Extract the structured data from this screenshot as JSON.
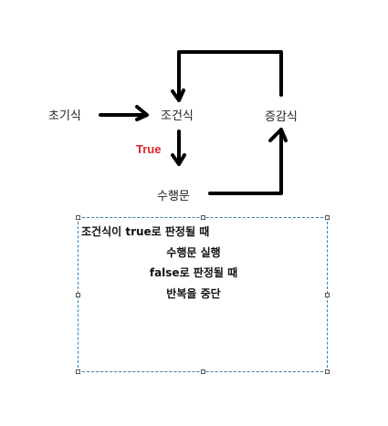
{
  "diagram": {
    "nodes": {
      "init": "초기식",
      "condition": "조건식",
      "increment": "증감식",
      "body": "수행문"
    },
    "edge_label_true": "True",
    "edge_label_color": "#e0242b",
    "line_color": "#000000"
  },
  "note": {
    "lines": [
      "조건식이 true로 판정될 때",
      "수행문 실행",
      "false로 판정될 때",
      "반복을 중단"
    ],
    "border_color": "#2d7fb8"
  }
}
